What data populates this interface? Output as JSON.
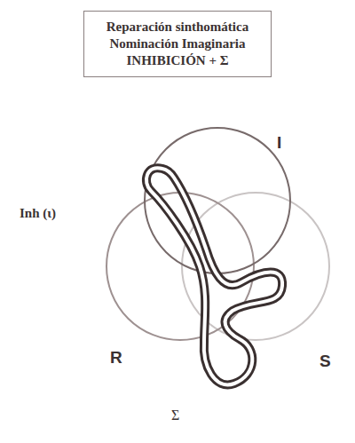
{
  "diagram": {
    "nodes": [
      {
        "text": [
          "Reparación sinthomática",
          "Nominación Imaginaria",
          "INHIBICIÓN + Σ"
        ]
      }
    ],
    "labels": [
      "I",
      "R",
      "S",
      "Inh (ι)",
      "Σ"
    ]
  }
}
